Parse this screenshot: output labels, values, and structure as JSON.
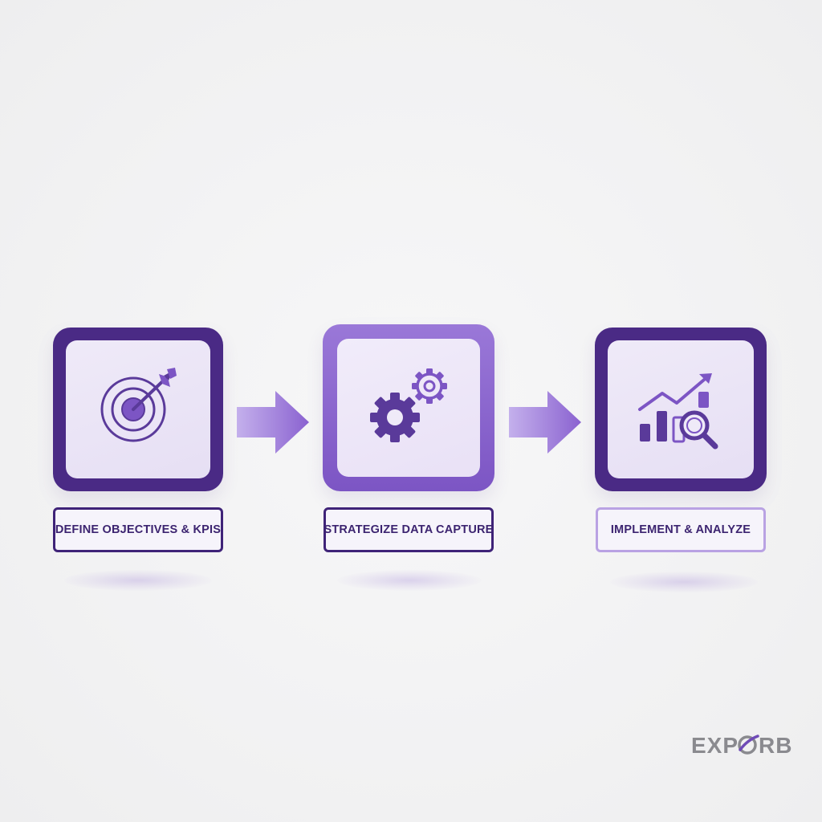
{
  "steps": [
    {
      "label": "DEFINE OBJECTIVES & KPIS",
      "icon": "target-arrow-icon"
    },
    {
      "label": "STRATEGIZE DATA CAPTURE",
      "icon": "gears-icon"
    },
    {
      "label": "IMPLEMENT & ANALYZE",
      "icon": "chart-magnifier-icon"
    }
  ],
  "brand": {
    "logo_text": "EXPORB"
  },
  "colors": {
    "background": "#f3f3f4",
    "frame_dark": "#4a2a85",
    "frame_mid": "#8a66cf",
    "inner_fill": "#ebe5f6",
    "icon": "#5a3a9a",
    "arrow": "#9a78d8",
    "label_text": "#3c2470",
    "label_border_light": "#b9a2e3",
    "brand_gray": "#8a8a8f"
  }
}
